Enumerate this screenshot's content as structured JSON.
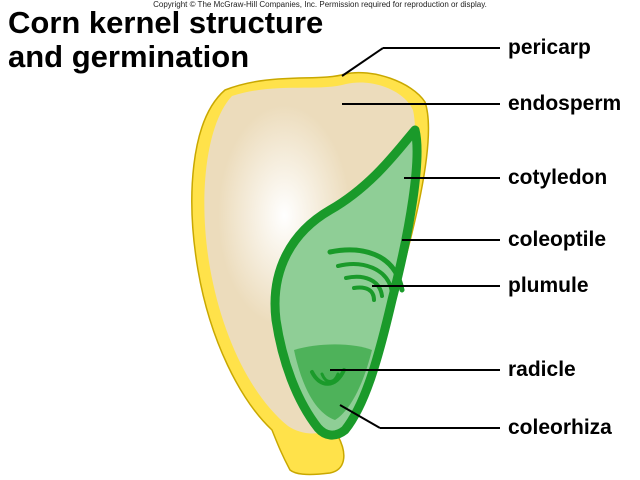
{
  "copyright": "Copyright © The McGraw-Hill Companies, Inc. Permission required for reproduction or display.",
  "title": {
    "line1": "Corn kernel structure",
    "line2": "and germination"
  },
  "labels": {
    "pericarp": "pericarp",
    "endosperm": "endosperm",
    "cotyledon": "cotyledon",
    "coleoptile": "coleoptile",
    "plumule": "plumule",
    "radicle": "radicle",
    "coleorhiza": "coleorhiza"
  },
  "colors": {
    "pericarp": "#ffe24a",
    "pericarp_outline": "#c9a800",
    "endosperm": "#ecdcbc",
    "endosperm_highlight": "#ffffff",
    "embryo_outline": "#1a9a2a",
    "embryo_fill": "#8fce96",
    "leader_line": "#000000"
  }
}
